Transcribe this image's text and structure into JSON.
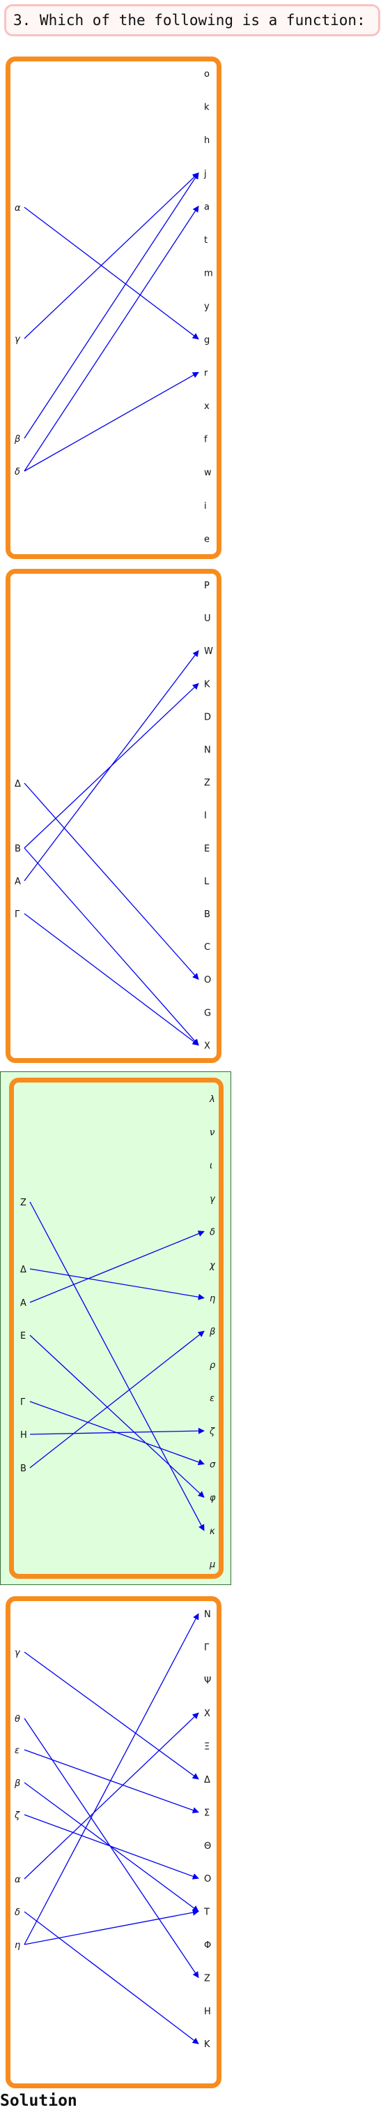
{
  "question": {
    "text": "3. Which of the following is a function:"
  },
  "colors": {
    "arrow": "#0000ee",
    "box_border": "#f78c1e",
    "correct_fill": "#dfffdc"
  },
  "options": [
    {
      "id": "option-1",
      "correct": false,
      "left_italic": true,
      "right_italic": false,
      "left_items": [
        "α",
        "γ",
        "β",
        "δ"
      ],
      "right_items": [
        "o",
        "k",
        "h",
        "j",
        "a",
        "t",
        "m",
        "y",
        "g",
        "r",
        "x",
        "f",
        "w",
        "i",
        "e"
      ],
      "arrows": [
        [
          "α",
          "g"
        ],
        [
          "γ",
          "j"
        ],
        [
          "β",
          "j"
        ],
        [
          "δ",
          "a"
        ],
        [
          "δ",
          "r"
        ]
      ]
    },
    {
      "id": "option-2",
      "correct": false,
      "left_italic": false,
      "right_italic": false,
      "left_items": [
        "Δ",
        "B",
        "A",
        "Γ"
      ],
      "right_items": [
        "P",
        "U",
        "W",
        "K",
        "D",
        "N",
        "Z",
        "I",
        "E",
        "L",
        "B",
        "C",
        "O",
        "G",
        "X"
      ],
      "arrows": [
        [
          "Δ",
          "O"
        ],
        [
          "B",
          "K"
        ],
        [
          "B",
          "X"
        ],
        [
          "A",
          "W"
        ],
        [
          "Γ",
          "X"
        ]
      ]
    },
    {
      "id": "option-3",
      "correct": true,
      "left_italic": false,
      "right_italic": true,
      "left_items": [
        "Z",
        "Δ",
        "A",
        "E",
        "Γ",
        "H",
        "B"
      ],
      "right_items": [
        "λ",
        "ν",
        "ι",
        "γ",
        "δ",
        "χ",
        "η",
        "β",
        "ρ",
        "ε",
        "ζ",
        "σ",
        "φ",
        "κ",
        "μ"
      ],
      "arrows": [
        [
          "Z",
          "κ"
        ],
        [
          "Δ",
          "η"
        ],
        [
          "A",
          "δ"
        ],
        [
          "E",
          "φ"
        ],
        [
          "Γ",
          "σ"
        ],
        [
          "H",
          "ζ"
        ],
        [
          "B",
          "β"
        ]
      ]
    },
    {
      "id": "option-4",
      "correct": false,
      "left_italic": true,
      "right_italic": false,
      "left_items": [
        "γ",
        "θ",
        "ε",
        "β",
        "ζ",
        "α",
        "δ",
        "η"
      ],
      "right_items": [
        "N",
        "Γ",
        "Ψ",
        "X",
        "Ξ",
        "Δ",
        "Σ",
        "Θ",
        "O",
        "T",
        "Φ",
        "Z",
        "H",
        "K"
      ],
      "arrows": [
        [
          "γ",
          "Δ"
        ],
        [
          "θ",
          "Z"
        ],
        [
          "ε",
          "Σ"
        ],
        [
          "β",
          "T"
        ],
        [
          "ζ",
          "O"
        ],
        [
          "α",
          "X"
        ],
        [
          "δ",
          "K"
        ],
        [
          "η",
          "N"
        ],
        [
          "η",
          "T"
        ]
      ]
    }
  ],
  "solution": {
    "heading": "Solution"
  }
}
